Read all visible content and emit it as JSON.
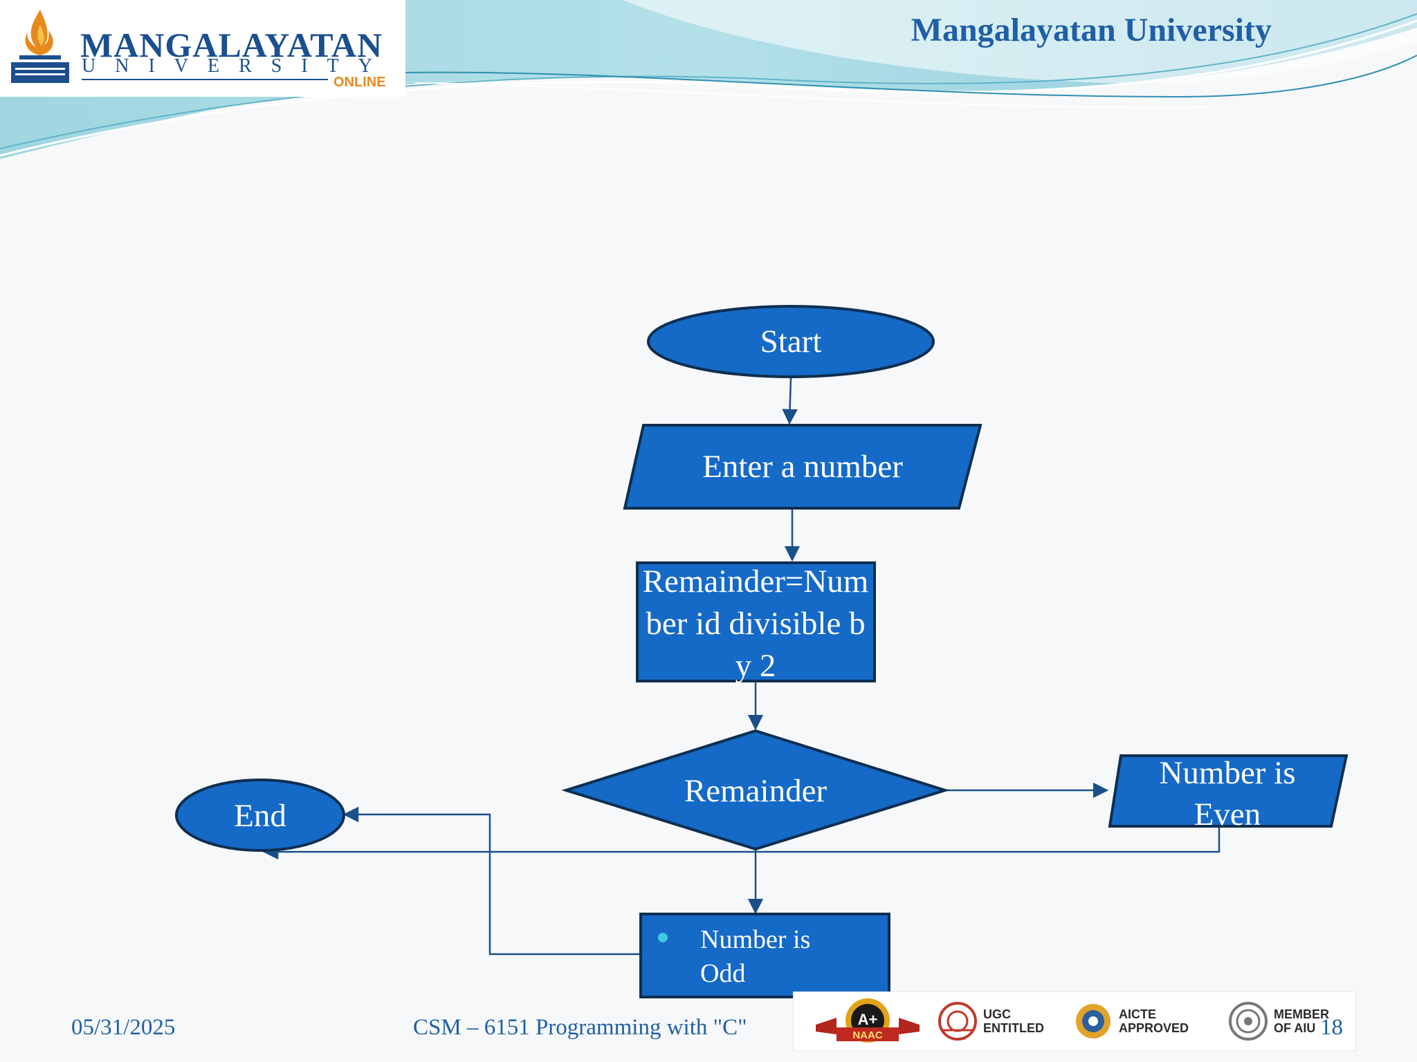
{
  "header": {
    "logo_name": "MANGALAYATAN",
    "logo_sub": "UNIVERSITY",
    "logo_online": "ONLINE",
    "title": "Mangalayatan University"
  },
  "flowchart": {
    "start": "Start",
    "input": "Enter a number",
    "process": "Remainder=Number id divisible by 2",
    "decision": "Remainder",
    "even": "Number is Even",
    "odd": "Number is Odd",
    "end": "End"
  },
  "footer": {
    "date": "05/31/2025",
    "course": "CSM – 6151  Programming with \"C\"",
    "page": "18",
    "badges": [
      {
        "icon": "naac-badge-icon",
        "text": "A+ NAAC"
      },
      {
        "icon": "ugc-emblem-icon",
        "text": "UGC\nENTITLED"
      },
      {
        "icon": "aicte-emblem-icon",
        "text": "AICTE\nAPPROVED"
      },
      {
        "icon": "aiu-emblem-icon",
        "text": "MEMBER\nOF AIU"
      }
    ]
  },
  "colors": {
    "shape_fill": "#1569c7",
    "shape_stroke": "#0e2f4f",
    "connector": "#1a4f8a",
    "title_blue": "#1f5fa5"
  }
}
